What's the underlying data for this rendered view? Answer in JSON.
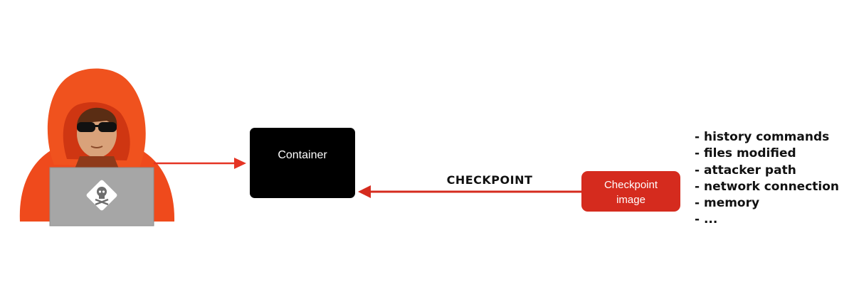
{
  "diagram": {
    "container_label": "Container",
    "checkpoint_label": "CHECKPOINT",
    "checkpoint_image_lines": [
      "Checkpoint",
      "image"
    ],
    "artifacts": [
      "- history commands",
      "- files modified",
      "- attacker path",
      "- network connection",
      "- memory",
      "- ..."
    ]
  },
  "colors": {
    "hood": "#f04e1e",
    "arrow": "#e53424",
    "container_bg": "#000000",
    "checkpoint_bg": "#d52b1e",
    "laptop": "#a6a6a6"
  },
  "icons": {
    "hacker": "hacker-figure",
    "laptop_logo": "skull-crossbones-icon"
  }
}
